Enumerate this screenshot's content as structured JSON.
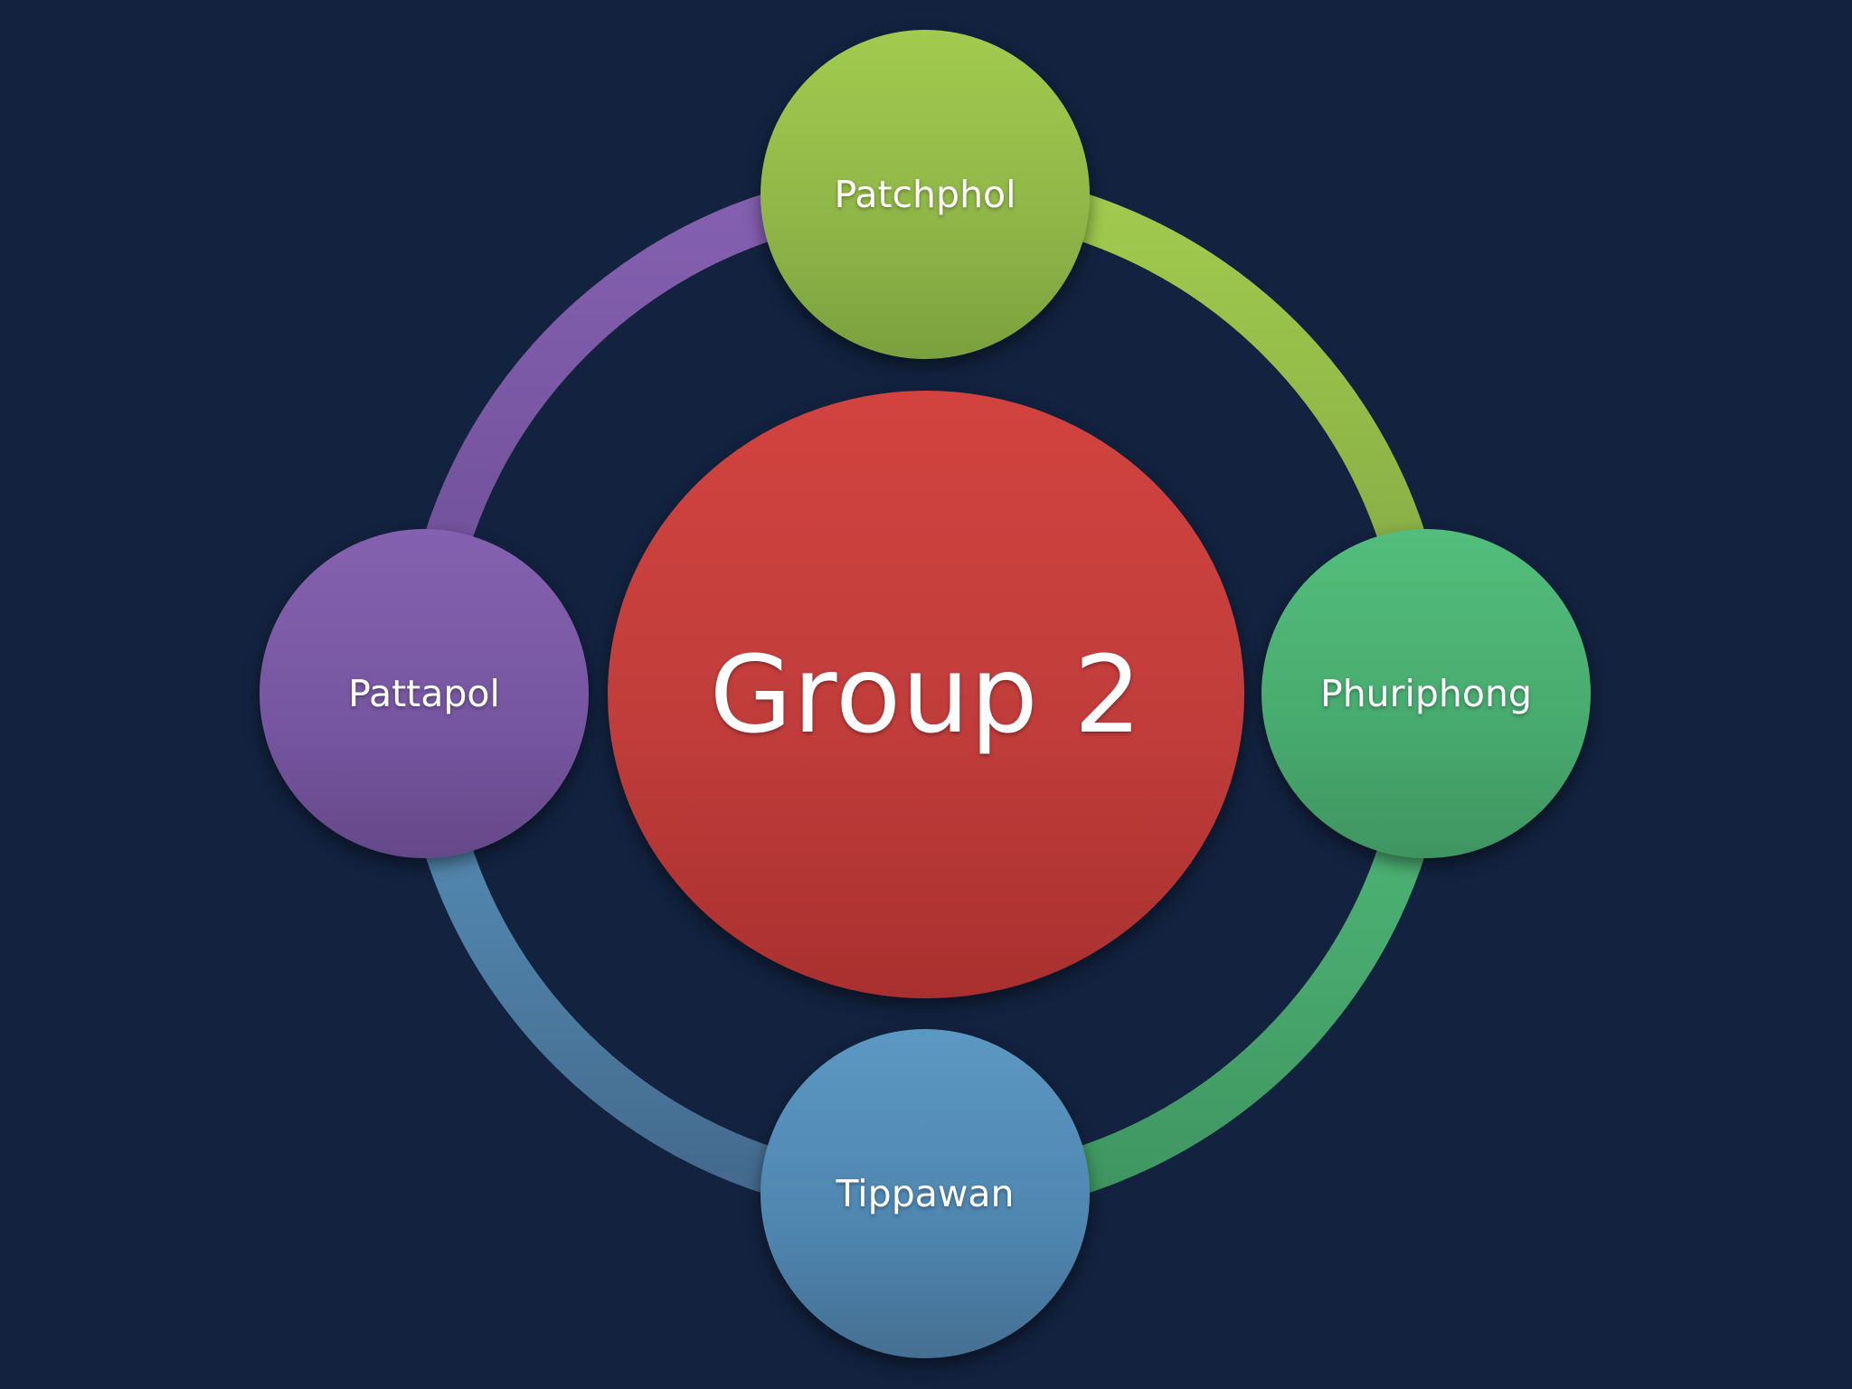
{
  "diagram": {
    "center": {
      "label": "Group 2",
      "color": "#c03d3b"
    },
    "members": [
      {
        "label": "Patchphol",
        "color": "#8fb548"
      },
      {
        "label": "Phuriphong",
        "color": "#48aa6e"
      },
      {
        "label": "Tippawan",
        "color": "#4f86b0"
      },
      {
        "label": "Pattapol",
        "color": "#7656a0"
      }
    ],
    "background_color": "#13223f"
  }
}
